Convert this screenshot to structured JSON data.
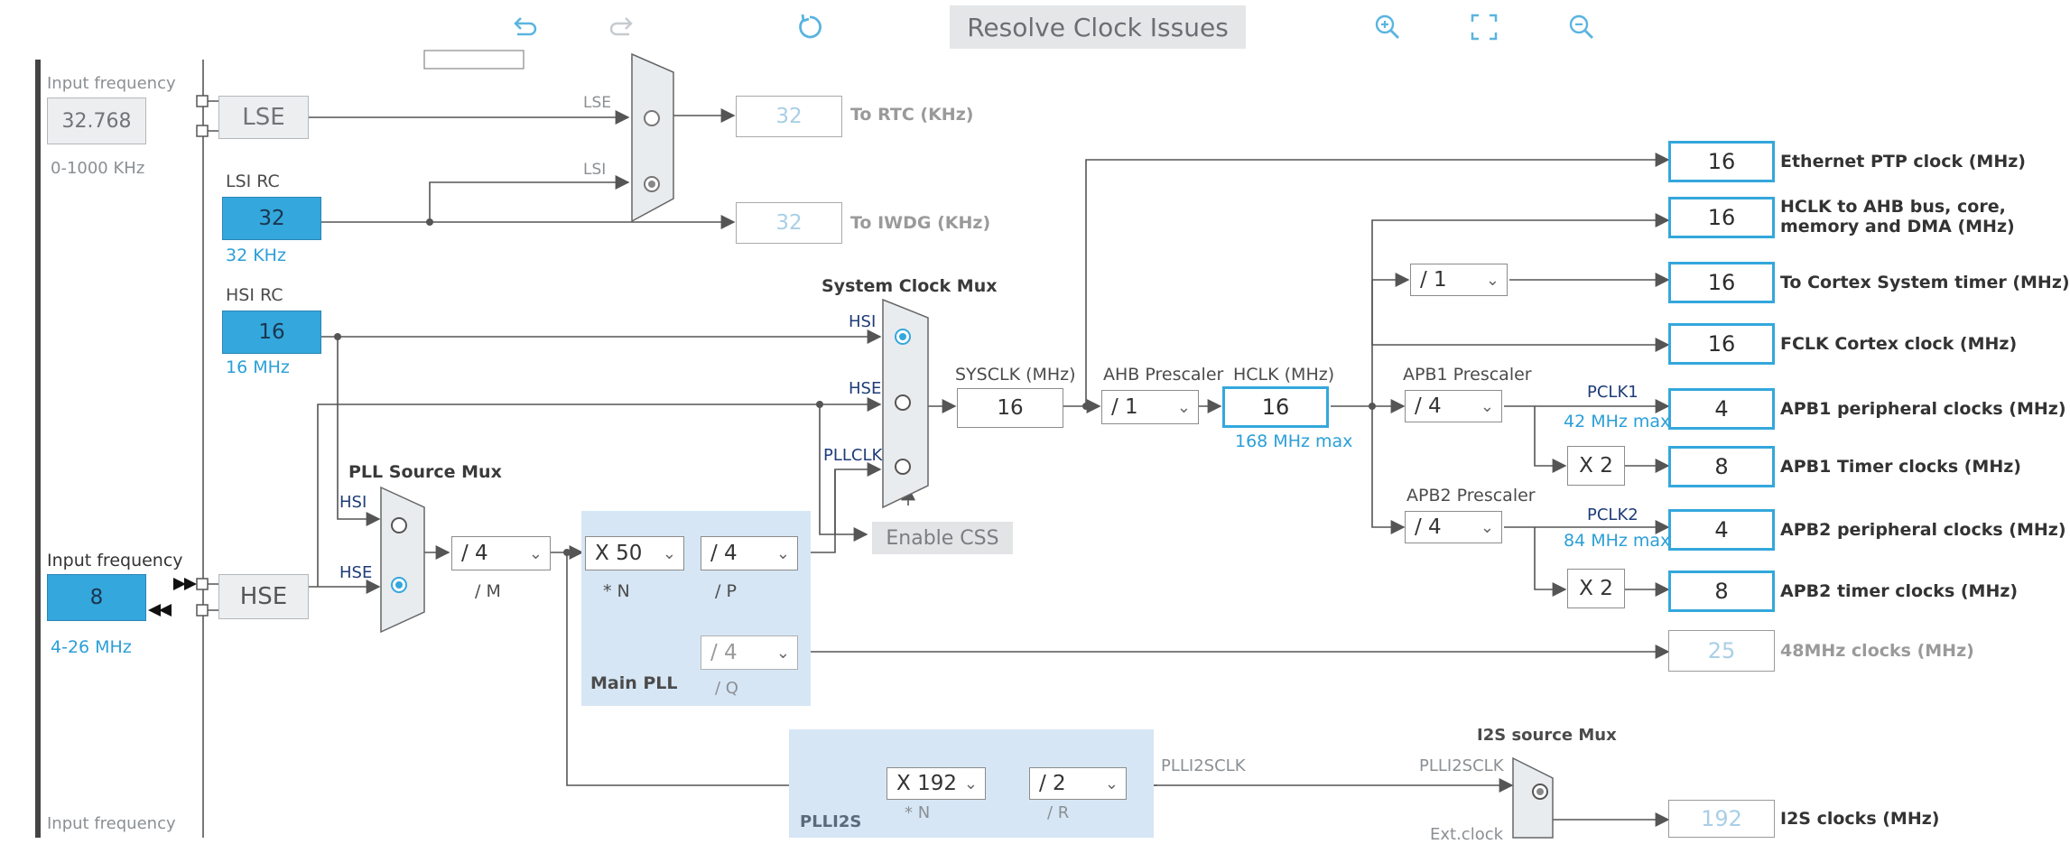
{
  "toolbar": {
    "undo_icon": "undo-icon",
    "redo_icon": "redo-icon",
    "refresh_icon": "refresh-icon",
    "resolve_label": "Resolve Clock Issues",
    "zoom_in_icon": "zoom-in-icon",
    "fit_icon": "fit-screen-icon",
    "zoom_out_icon": "zoom-out-icon"
  },
  "lse": {
    "input_label": "Input frequency",
    "input_value": "32.768",
    "range": "0-1000 KHz",
    "block": "LSE",
    "mux_in": "LSE"
  },
  "lsi": {
    "title": "LSI RC",
    "value": "32",
    "unit": "32 KHz",
    "mux_in": "LSI"
  },
  "hsi": {
    "title": "HSI RC",
    "value": "16",
    "unit": "16 MHz"
  },
  "hse": {
    "input_label": "Input frequency",
    "input_value": "8",
    "range": "4-26 MHz",
    "block": "HSE"
  },
  "bottom_input_label": "Input frequency",
  "rtc": {
    "value": "32",
    "label": "To RTC (KHz)"
  },
  "iwdg": {
    "value": "32",
    "label": "To IWDG (KHz)"
  },
  "pll_source_mux": {
    "title": "PLL Source Mux",
    "hsi": "HSI",
    "hse": "HSE"
  },
  "pll_m": {
    "value": "/ 4",
    "caption": "/ M"
  },
  "main_pll": {
    "title": "Main PLL",
    "n_value": "X 50",
    "n_caption": "* N",
    "p_value": "/ 4",
    "p_caption": "/ P",
    "q_value": "/ 4",
    "q_caption": "/ Q"
  },
  "sys_mux": {
    "title": "System Clock Mux",
    "hsi": "HSI",
    "hse": "HSE",
    "pllclk": "PLLCLK"
  },
  "enable_css": "Enable CSS",
  "sysclk": {
    "label": "SYSCLK (MHz)",
    "value": "16"
  },
  "ahb": {
    "label": "AHB Prescaler",
    "value": "/ 1"
  },
  "hclk": {
    "label": "HCLK (MHz)",
    "value": "16",
    "max": "168 MHz max"
  },
  "cortex_div": "/ 1",
  "apb1": {
    "label": "APB1 Prescaler",
    "value": "/ 4",
    "pclk": "PCLK1",
    "max": "42 MHz max",
    "x2": "X 2"
  },
  "apb2": {
    "label": "APB2 Prescaler",
    "value": "/ 4",
    "pclk": "PCLK2",
    "max": "84 MHz max",
    "x2": "X 2"
  },
  "outputs": [
    {
      "value": "16",
      "label": "Ethernet PTP clock (MHz)"
    },
    {
      "value": "16",
      "label": "HCLK to AHB bus, core,",
      "label2": "memory and DMA (MHz)"
    },
    {
      "value": "16",
      "label": "To Cortex System timer (MHz)"
    },
    {
      "value": "16",
      "label": "FCLK Cortex clock (MHz)"
    },
    {
      "value": "4",
      "label": "APB1 peripheral clocks (MHz)"
    },
    {
      "value": "8",
      "label": "APB1 Timer clocks (MHz)"
    },
    {
      "value": "4",
      "label": "APB2 peripheral clocks (MHz)"
    },
    {
      "value": "8",
      "label": "APB2 timer clocks (MHz)"
    },
    {
      "value": "25",
      "label": "48MHz clocks (MHz)"
    },
    {
      "value": "192",
      "label": "I2S clocks (MHz)"
    }
  ],
  "plli2s": {
    "title": "PLLI2S",
    "n_value": "X 192",
    "n_caption": "* N",
    "r_value": "/ 2",
    "r_caption": "/ R",
    "out_label": "PLLI2SCLK"
  },
  "i2s_mux": {
    "title": "I2S source Mux",
    "in_label": "PLLI2SCLK",
    "ext_label": "Ext.clock"
  },
  "colors": {
    "accent": "#34a7dc",
    "panel": "#d6e6f5",
    "wire": "#555555"
  }
}
